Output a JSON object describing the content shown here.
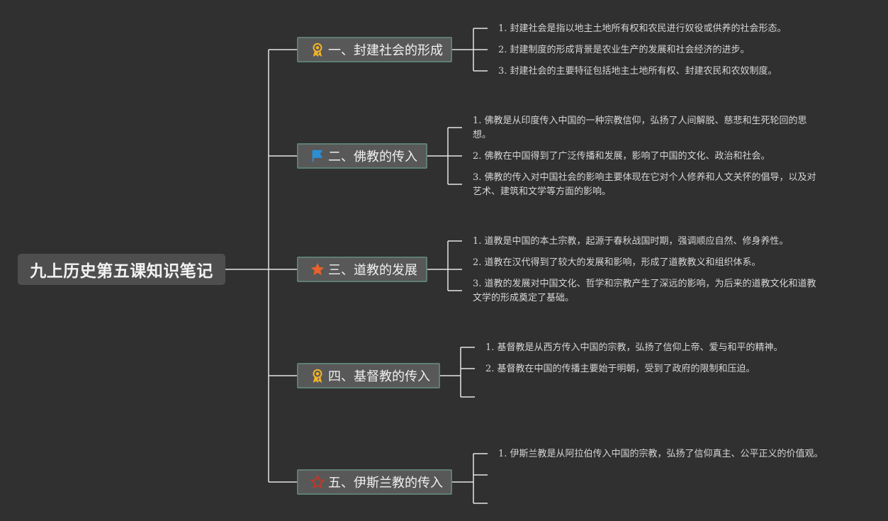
{
  "title": "九上历史第五课知识笔记",
  "branches": [
    {
      "label": "一、封建社会的形成",
      "icon": "award-ribbon-icon",
      "items": [
        "1. 封建社会是指以地主土地所有权和农民进行奴役或供养的社会形态。",
        "2. 封建制度的形成背景是农业生产的发展和社会经济的进步。",
        "3. 封建社会的主要特征包括地主土地所有权、封建农民和农奴制度。"
      ]
    },
    {
      "label": "二、佛教的传入",
      "icon": "flag-icon",
      "items": [
        "1. 佛教是从印度传入中国的一种宗教信仰，弘扬了人间解脱、慈悲和生死轮回的思想。",
        "2. 佛教在中国得到了广泛传播和发展，影响了中国的文化、政治和社会。",
        "3. 佛教的传入对中国社会的影响主要体现在它对个人修养和人文关怀的倡导，以及对艺术、建筑和文学等方面的影响。"
      ]
    },
    {
      "label": "三、道教的发展",
      "icon": "star-icon",
      "items": [
        "1. 道教是中国的本土宗教，起源于春秋战国时期，强调顺应自然、修身养性。",
        "2. 道教在汉代得到了较大的发展和影响，形成了道教教义和组织体系。",
        "3. 道教的发展对中国文化、哲学和宗教产生了深远的影响，为后来的道教文化和道教文学的形成奠定了基础。"
      ]
    },
    {
      "label": "四、基督教的传入",
      "icon": "award-ribbon-icon",
      "items": [
        "1. 基督教是从西方传入中国的宗教，弘扬了信仰上帝、爱与和平的精神。",
        "2. 基督教在中国的传播主要始于明朝，受到了政府的限制和压迫。"
      ]
    },
    {
      "label": "五、伊斯兰教的传入",
      "icon": "star-outline-icon",
      "items": [
        "1. 伊斯兰教是从阿拉伯传入中国的宗教，弘扬了信仰真主、公平正义的价值观。"
      ]
    }
  ],
  "colors": {
    "background": "#303030",
    "connector": "#e6e6e6",
    "award": "#f0b429",
    "flag": "#2b8fd6",
    "star": "#e8622c",
    "star_outline": "#c0392b"
  }
}
